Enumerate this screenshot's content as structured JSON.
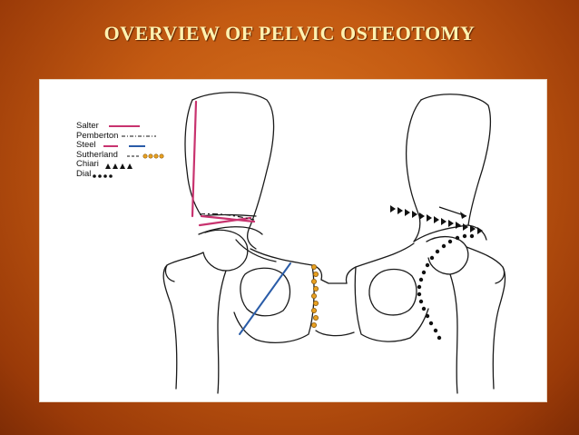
{
  "slide": {
    "title": "OVERVIEW OF PELVIC OSTEOTOMY"
  },
  "colors": {
    "background": "#c35a12",
    "title": "#fff2b0",
    "salter": "#c8336f",
    "steel_pink": "#c8336f",
    "steel_blue": "#2a5ca8",
    "sutherland_dot": "#e8a020",
    "line_art": "#1a1a1a"
  },
  "legend": {
    "items": [
      {
        "label": "Salter"
      },
      {
        "label": "Pemberton"
      },
      {
        "label": "Steel"
      },
      {
        "label": "Sutherland"
      },
      {
        "label": "Chiari"
      },
      {
        "label": "Dial"
      }
    ]
  }
}
